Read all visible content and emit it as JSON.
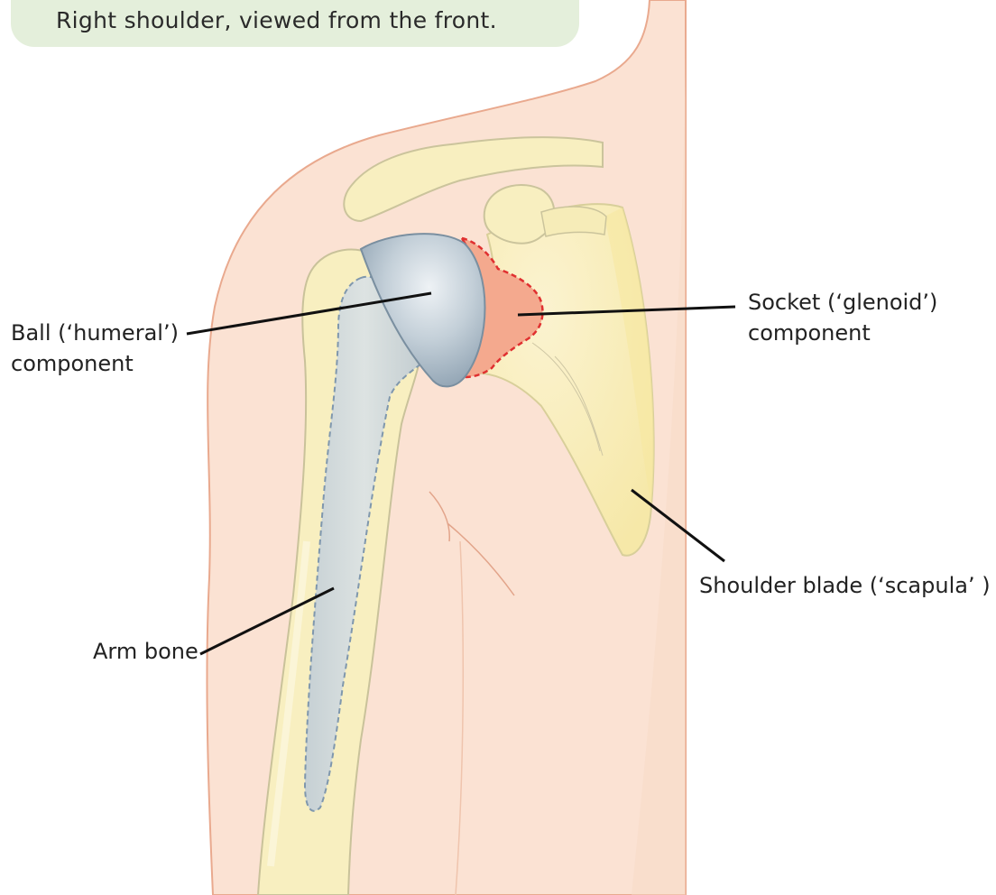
{
  "caption": "Right shoulder, viewed from the front.",
  "labels": {
    "ball_line1": "Ball (‘humeral’)",
    "ball_line2": "component",
    "socket_line1": "Socket (‘glenoid’)",
    "socket_line2": "component",
    "scapula": "Shoulder blade (‘scapula’ )",
    "arm_bone": "Arm bone"
  },
  "colors": {
    "skin": "#fbe2d3",
    "skin_outline": "#e9a98e",
    "bone": "#f8efc0",
    "bone_outline": "#c9c29a",
    "implant": "#b9c7d2",
    "socket": "#f4a98e",
    "socket_outline": "#e03030",
    "caption_bg": "#e4efdb"
  }
}
